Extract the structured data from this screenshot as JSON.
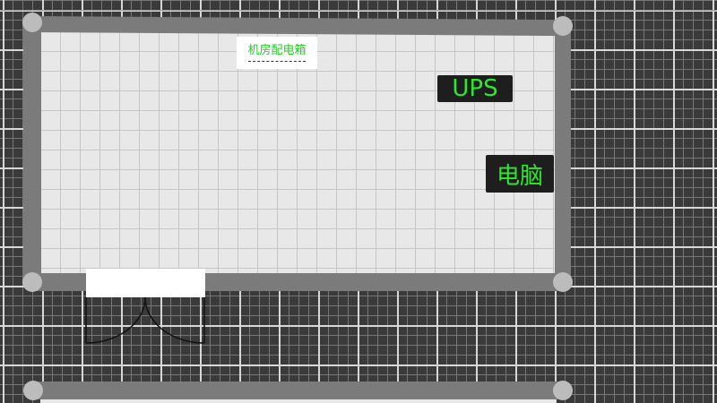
{
  "app": {
    "accent_color": "#2ee82e",
    "grid_color": "#d8d8d8",
    "wall_color": "#7b7b7b"
  },
  "room": {
    "distribution_box_label": "机房配电箱",
    "ups_label": "UPS",
    "computer_label": "电脑"
  },
  "door": {
    "icon": "double-door-icon"
  }
}
